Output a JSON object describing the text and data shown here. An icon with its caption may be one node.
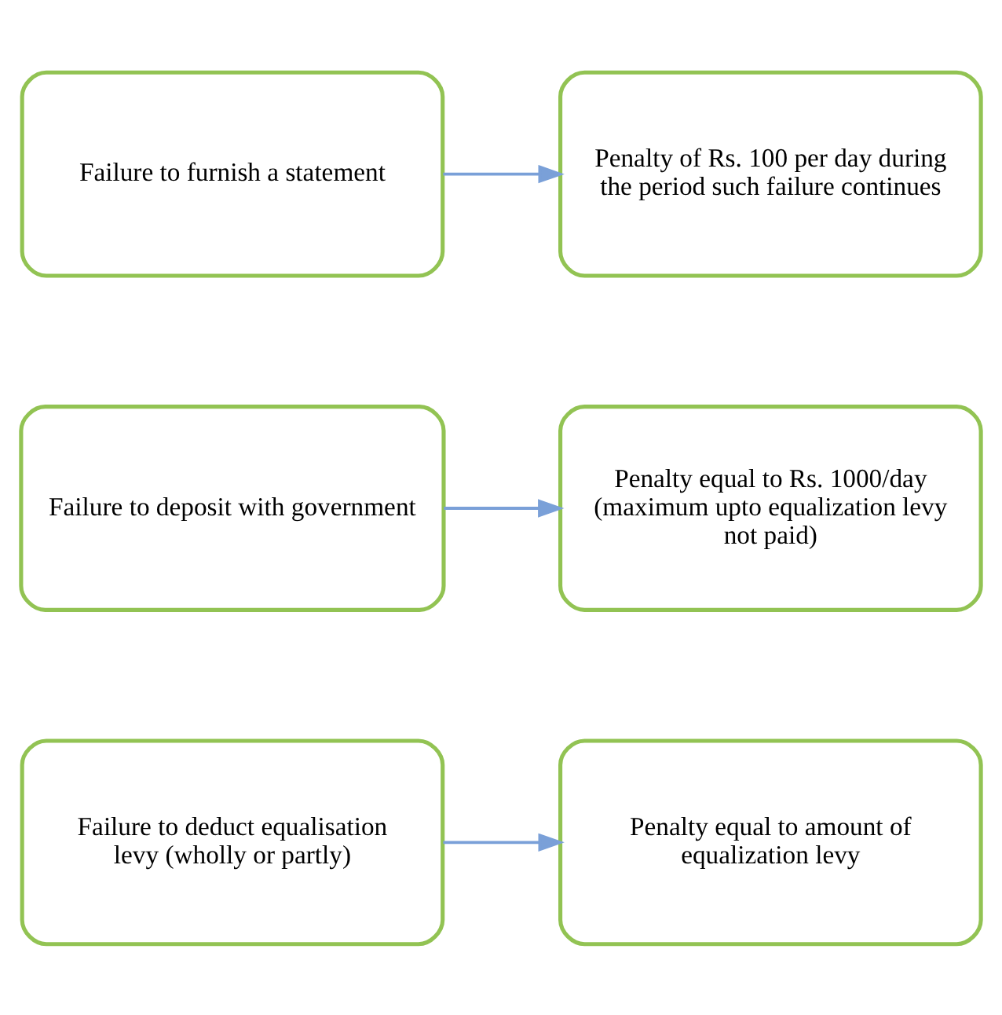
{
  "diagram": {
    "nodes": [
      {
        "text": [
          "Failure to deduct equalisation levy (wholly or partly)"
        ]
      },
      {
        "text": [
          "Penalty equal to amount of equalization levy"
        ]
      },
      {
        "text": [
          "Failure to deposit with government"
        ]
      },
      {
        "text": [
          "Penalty equal to Rs. 1000/day (maximum upto equalization levy not paid)"
        ]
      },
      {
        "text": [
          "Failure to furnish a statement"
        ]
      },
      {
        "text": [
          "Penalty of Rs. 100 per day during the period such failure continues"
        ]
      }
    ],
    "edges": [
      {
        "from": 0,
        "to": 1,
        "arrow": "to"
      },
      {
        "from": 2,
        "to": 3,
        "arrow": "to"
      },
      {
        "from": 4,
        "to": 5,
        "arrow": "to"
      }
    ]
  }
}
